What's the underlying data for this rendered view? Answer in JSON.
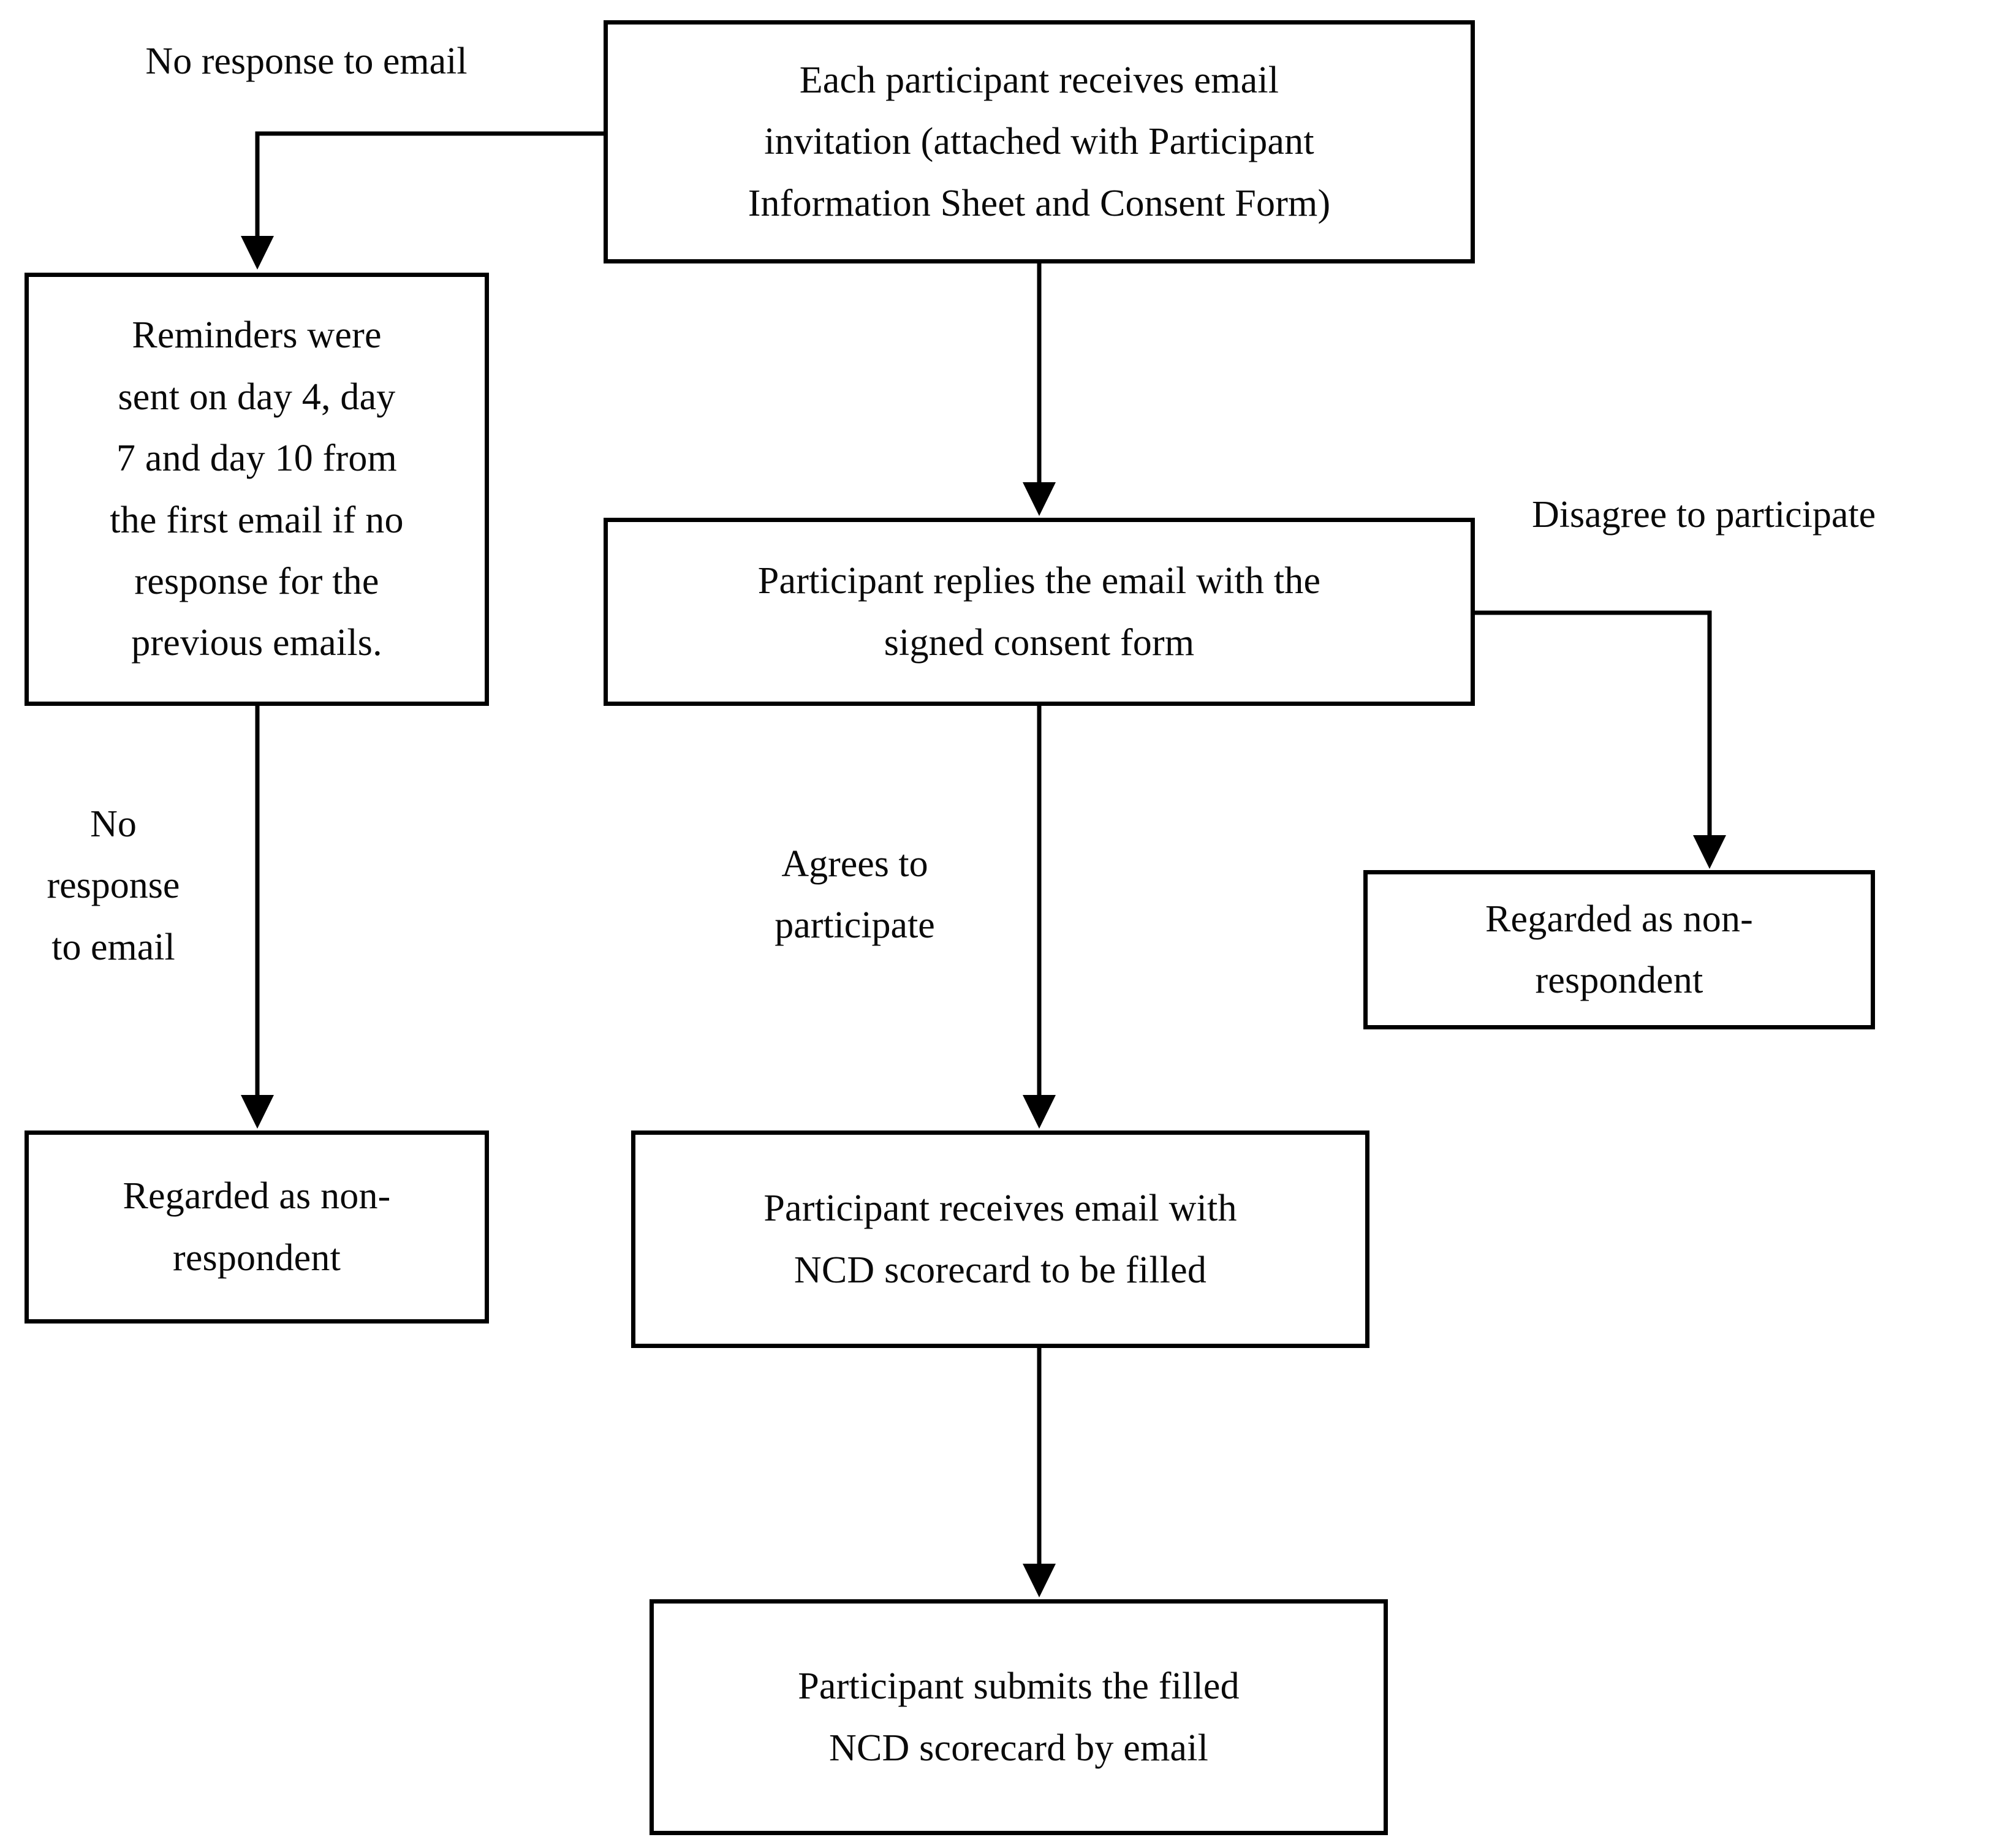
{
  "diagram": {
    "type": "flowchart",
    "orientation": "top-to-bottom",
    "nodes": [
      {
        "id": "invitation",
        "text": "Each participant receives email\ninvitation (attached with Participant\nInformation Sheet and Consent Form)"
      },
      {
        "id": "reminders",
        "text": "Reminders were\nsent on day 4, day\n7 and day 10 from\nthe first email if no\nresponse for the\nprevious emails."
      },
      {
        "id": "replies",
        "text": "Participant replies the email with the\nsigned consent form"
      },
      {
        "id": "nonrespondent-right",
        "text": "Regarded as non-\nrespondent"
      },
      {
        "id": "nonrespondent-left",
        "text": "Regarded as non-\nrespondent"
      },
      {
        "id": "scorecard-received",
        "text": "Participant receives email with\nNCD scorecard to be filled"
      },
      {
        "id": "scorecard-submitted",
        "text": "Participant submits the filled\nNCD scorecard by email"
      }
    ],
    "edge_labels": [
      {
        "id": "no-response-top",
        "text": "No response to email"
      },
      {
        "id": "no-response-left",
        "text": "No\nresponse\nto email"
      },
      {
        "id": "agrees",
        "text": "Agrees to\nparticipate"
      },
      {
        "id": "disagrees",
        "text": "Disagree to participate"
      }
    ],
    "colors": {
      "stroke": "#000000",
      "background": "#ffffff",
      "text": "#0a0a0a"
    }
  }
}
